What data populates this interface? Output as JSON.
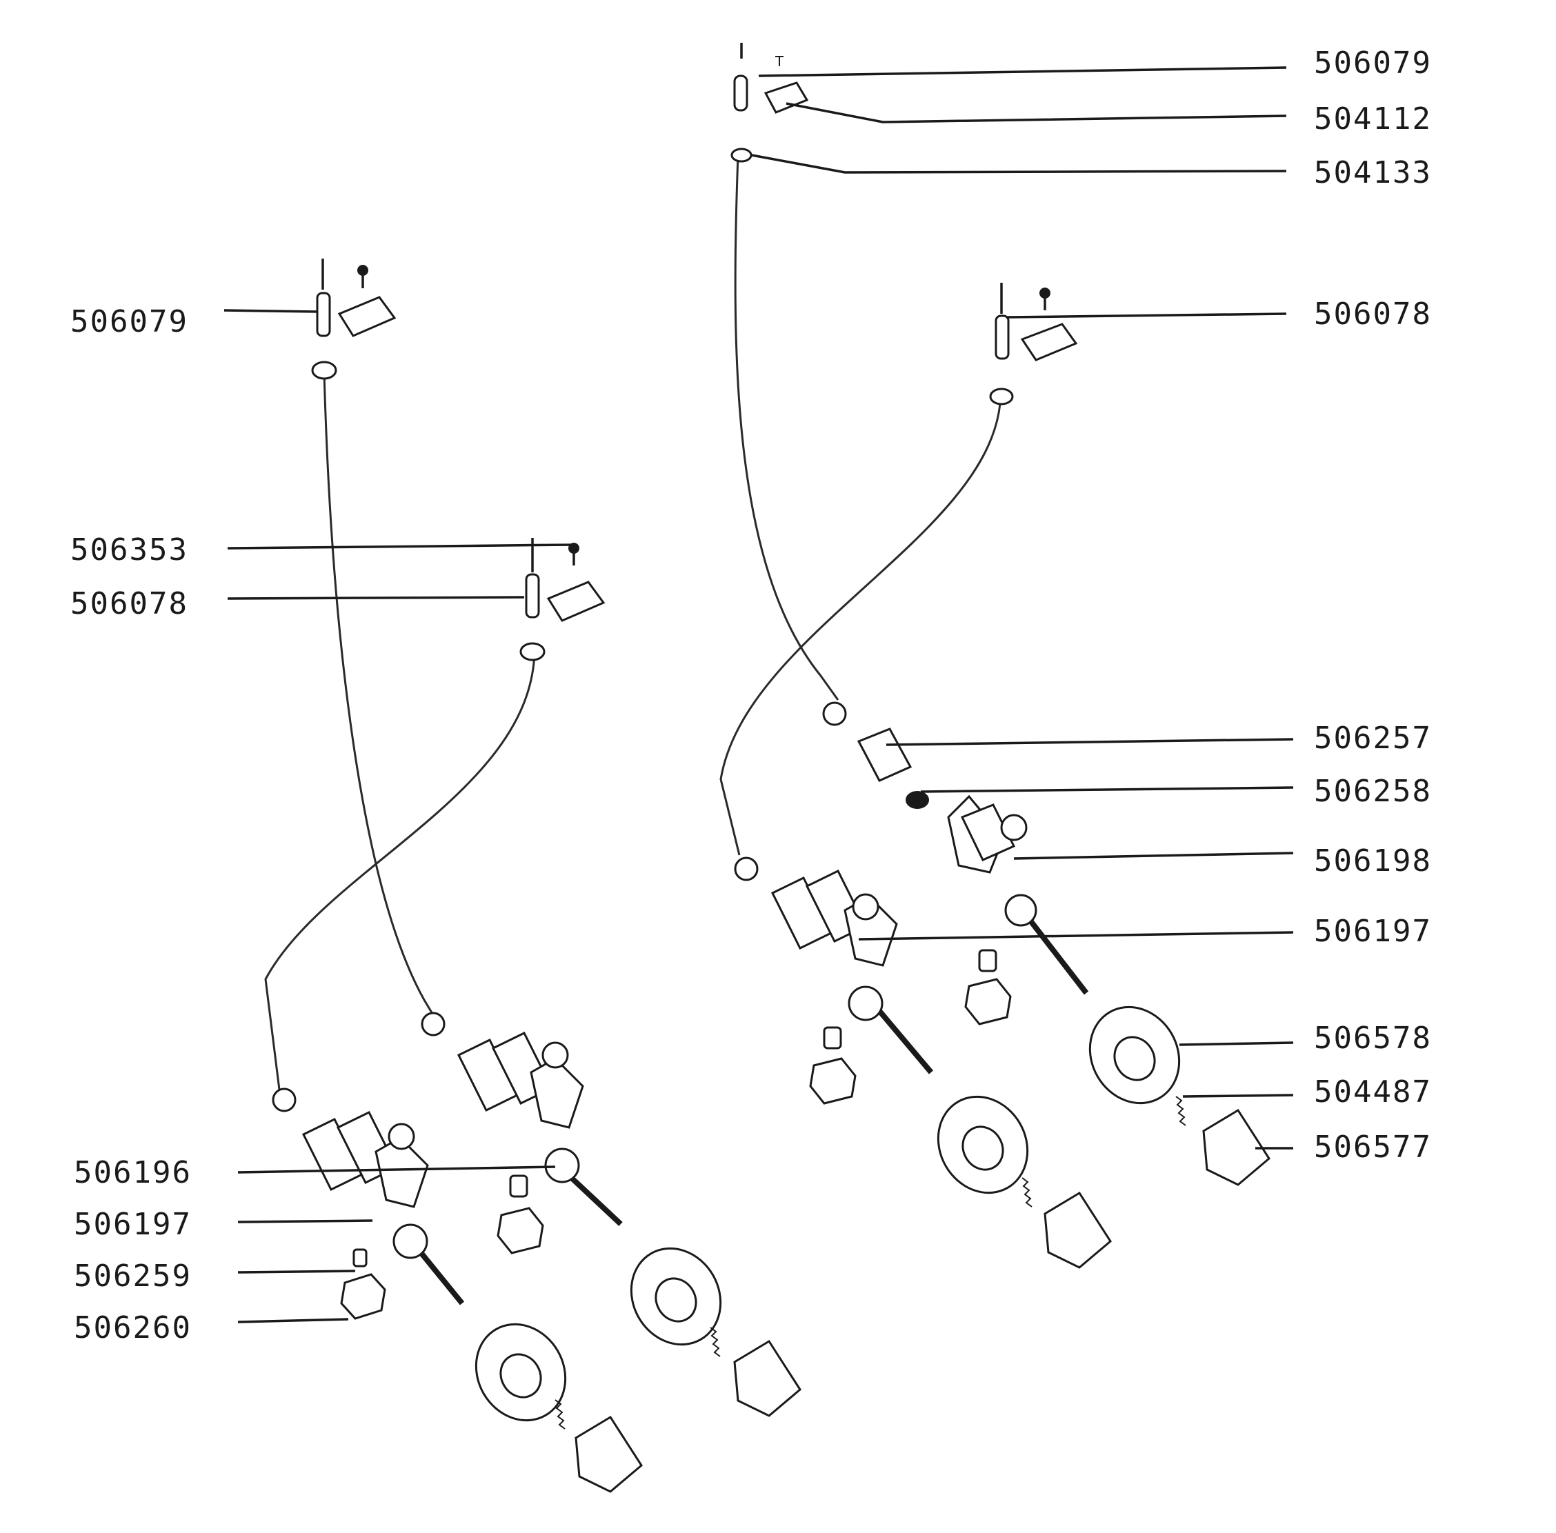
{
  "labels": {
    "r_506079": "506079",
    "r_504112": "504112",
    "r_504133": "504133",
    "r_506078": "506078",
    "r_506257": "506257",
    "r_506258": "506258",
    "r_506198": "506198",
    "r_506197": "506197",
    "r_506578": "506578",
    "r_504487": "504487",
    "r_506577": "506577",
    "l_506079": "506079",
    "l_506353": "506353",
    "l_506078": "506078",
    "l_506196": "506196",
    "l_506197": "506197",
    "l_506259": "506259",
    "l_506260": "506260"
  },
  "colors": {
    "ink": "#1a1a1a",
    "paper": "#ffffff"
  }
}
